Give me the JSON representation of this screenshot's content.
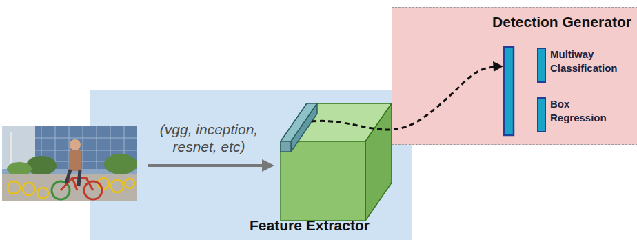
{
  "diagram": {
    "nodes": [
      {
        "text": [
          "Feature Extractor"
        ]
      },
      {
        "text": [
          "Detection Generator"
        ]
      },
      {
        "text": [
          "Multiway Classification"
        ],
        "in": 1
      },
      {
        "text": [
          "Box Regression"
        ],
        "in": 1
      }
    ],
    "labels": [
      "(vgg, inception, resnet, etc)"
    ]
  }
}
